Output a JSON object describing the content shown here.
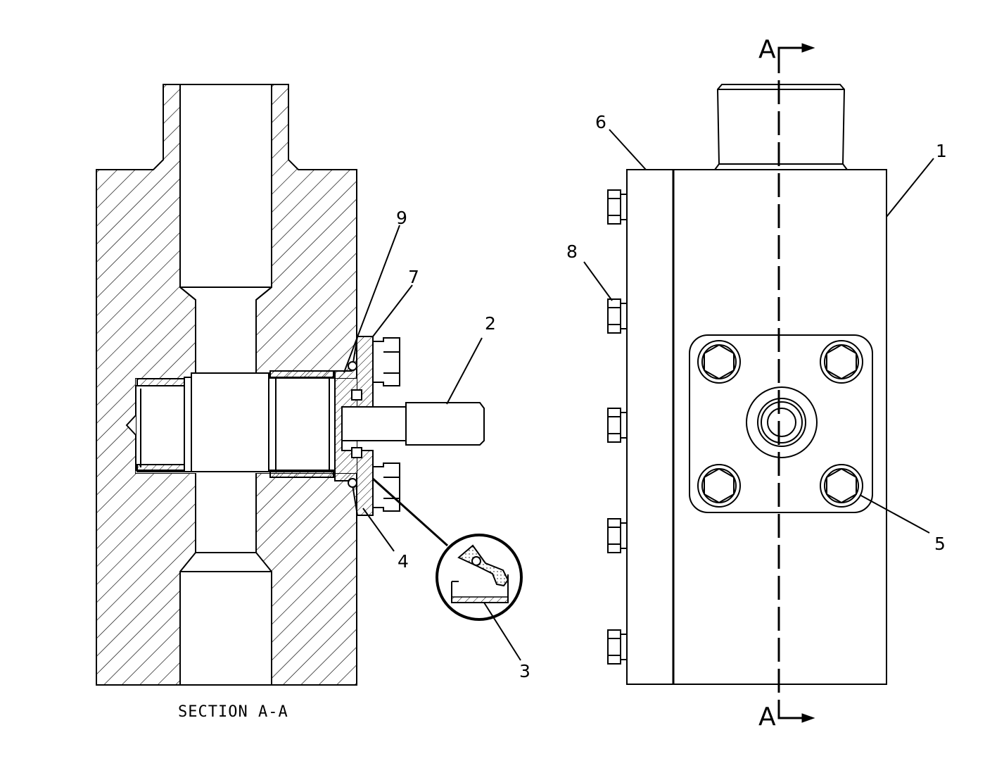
{
  "callouts": [
    "1",
    "2",
    "3",
    "4",
    "5",
    "6",
    "7",
    "8",
    "9"
  ],
  "section_caption": "SECTION A-A",
  "section_marker": "A",
  "colors": {
    "line": "#000000",
    "background": "#ffffff",
    "seal_fill": "#f4f4f4"
  }
}
